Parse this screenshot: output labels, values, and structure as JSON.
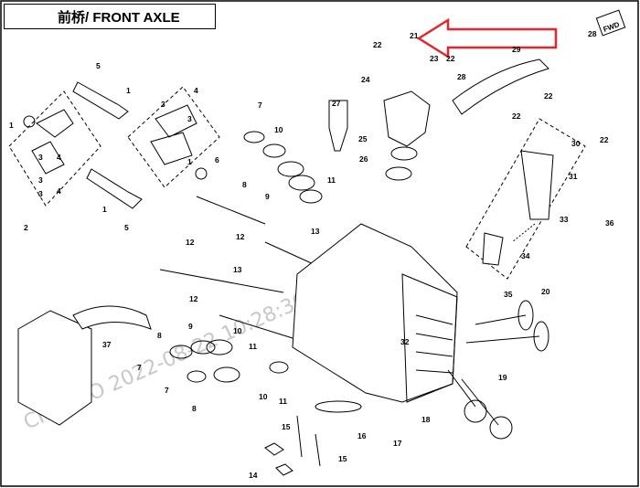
{
  "title": "前桥/ FRONT AXLE",
  "fwd_label": "FWD",
  "watermark_text": "CFMOTO 2022-08-22 10:28:30",
  "colors": {
    "line": "#000000",
    "highlight_arrow": "#e5252a",
    "watermark": "#c8c8c8"
  },
  "callouts": [
    {
      "id": "c1a",
      "label": "1"
    },
    {
      "id": "c2",
      "label": "2"
    },
    {
      "id": "c3a",
      "label": "3"
    },
    {
      "id": "c4a",
      "label": "4"
    },
    {
      "id": "c3b",
      "label": "3"
    },
    {
      "id": "c3c",
      "label": "3"
    },
    {
      "id": "c4b",
      "label": "4"
    },
    {
      "id": "c5a",
      "label": "5"
    },
    {
      "id": "c1b",
      "label": "1"
    },
    {
      "id": "c3d",
      "label": "3"
    },
    {
      "id": "c4c",
      "label": "4"
    },
    {
      "id": "c3e",
      "label": "3"
    },
    {
      "id": "c6",
      "label": "6"
    },
    {
      "id": "c1c",
      "label": "1"
    },
    {
      "id": "c5b",
      "label": "5"
    },
    {
      "id": "c1d",
      "label": "1"
    },
    {
      "id": "c7a",
      "label": "7"
    },
    {
      "id": "c8a",
      "label": "8"
    },
    {
      "id": "c9a",
      "label": "9"
    },
    {
      "id": "c10a",
      "label": "10"
    },
    {
      "id": "c11a",
      "label": "11"
    },
    {
      "id": "c12a",
      "label": "12"
    },
    {
      "id": "c27",
      "label": "27"
    },
    {
      "id": "c22a",
      "label": "22"
    },
    {
      "id": "c21",
      "label": "21"
    },
    {
      "id": "c23",
      "label": "23"
    },
    {
      "id": "c22b",
      "label": "22"
    },
    {
      "id": "c24",
      "label": "24"
    },
    {
      "id": "c28a",
      "label": "28"
    },
    {
      "id": "c29",
      "label": "29"
    },
    {
      "id": "c28b",
      "label": "28"
    },
    {
      "id": "c22c",
      "label": "22"
    },
    {
      "id": "c22d",
      "label": "22"
    },
    {
      "id": "c25",
      "label": "25"
    },
    {
      "id": "c26",
      "label": "26"
    },
    {
      "id": "c30",
      "label": "30"
    },
    {
      "id": "c31",
      "label": "31"
    },
    {
      "id": "c22e",
      "label": "22"
    },
    {
      "id": "c33",
      "label": "33"
    },
    {
      "id": "c36",
      "label": "36"
    },
    {
      "id": "c34",
      "label": "34"
    },
    {
      "id": "c35",
      "label": "35"
    },
    {
      "id": "c13a",
      "label": "13"
    },
    {
      "id": "c12b",
      "label": "12"
    },
    {
      "id": "c13b",
      "label": "13"
    },
    {
      "id": "c12c",
      "label": "12"
    },
    {
      "id": "c8b",
      "label": "8"
    },
    {
      "id": "c9b",
      "label": "9"
    },
    {
      "id": "c11b",
      "label": "11"
    },
    {
      "id": "c10b",
      "label": "10"
    },
    {
      "id": "c7b",
      "label": "7"
    },
    {
      "id": "c7c",
      "label": "7"
    },
    {
      "id": "c8c",
      "label": "8"
    },
    {
      "id": "c10c",
      "label": "10"
    },
    {
      "id": "c11c",
      "label": "11"
    },
    {
      "id": "c37",
      "label": "37"
    },
    {
      "id": "c32",
      "label": "32"
    },
    {
      "id": "c20",
      "label": "20"
    },
    {
      "id": "c19",
      "label": "19"
    },
    {
      "id": "c18",
      "label": "18"
    },
    {
      "id": "c16",
      "label": "16"
    },
    {
      "id": "c17",
      "label": "17"
    },
    {
      "id": "c15a",
      "label": "15"
    },
    {
      "id": "c15b",
      "label": "15"
    },
    {
      "id": "c14",
      "label": "14"
    }
  ]
}
